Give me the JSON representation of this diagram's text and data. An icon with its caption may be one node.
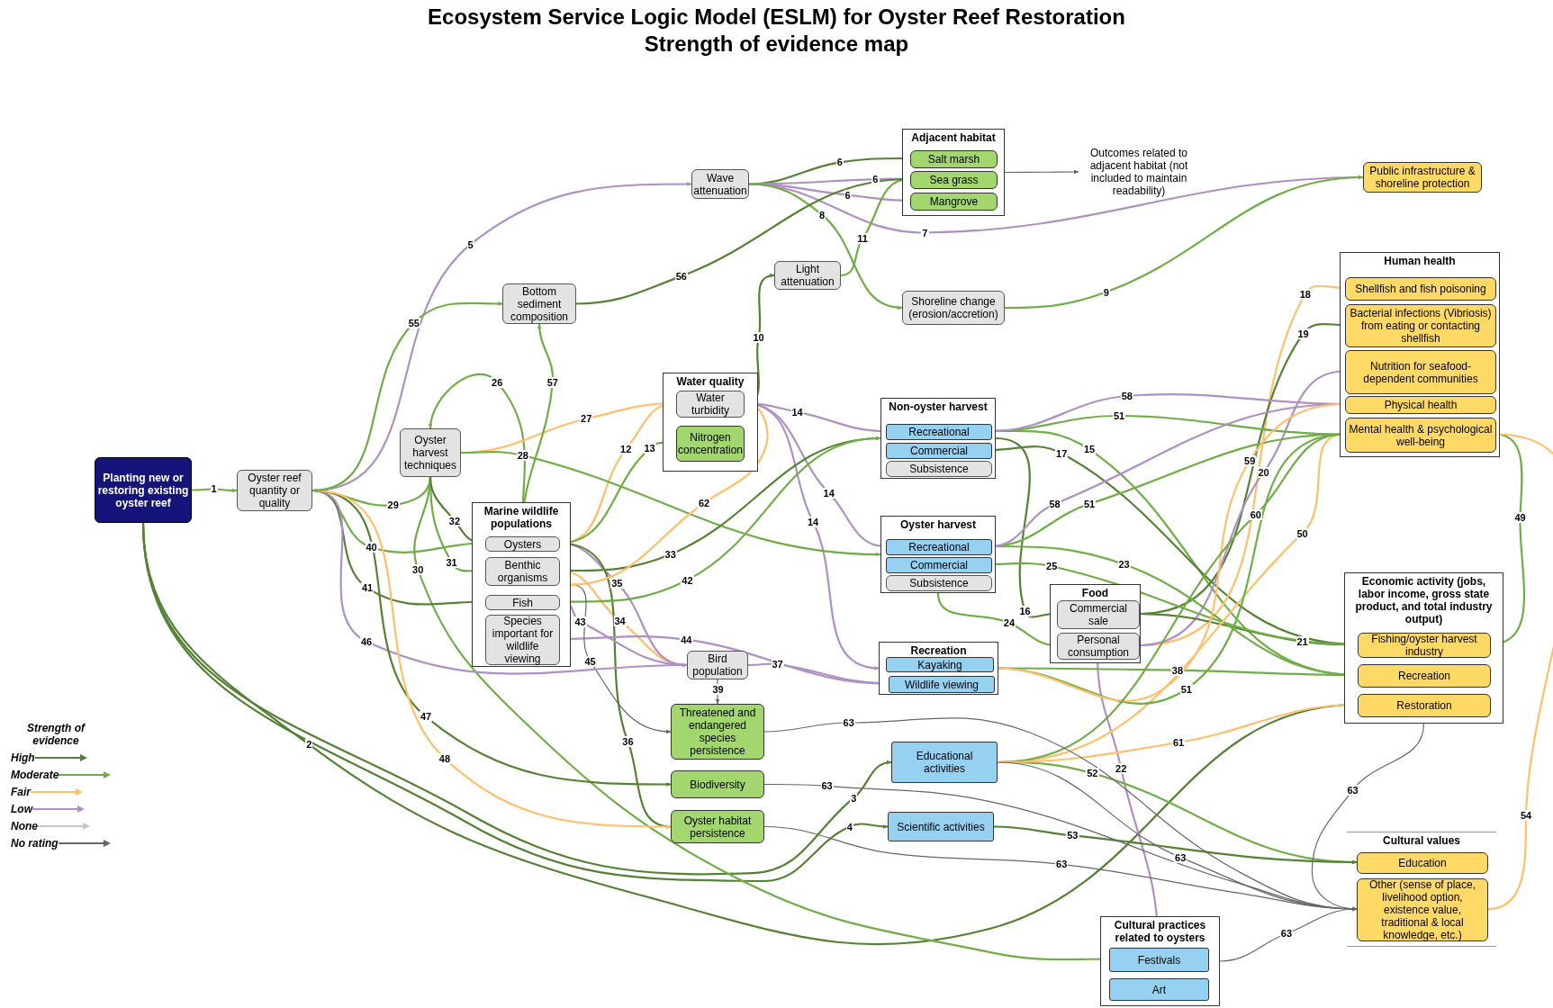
{
  "diagram": {
    "title": "Ecosystem Service Logic Model (ESLM) for Oyster Reef Restoration",
    "nodes": [
      {
        "text": [
          "Planting new or restoring existing oyster reef"
        ]
      },
      {
        "text": [
          "Oyster reef quantity or quality"
        ]
      },
      {
        "text": [
          "Oyster harvest techniques"
        ]
      },
      {
        "text": [
          "Bottom sediment composition"
        ]
      },
      {
        "text": [
          "Wave attenuation"
        ]
      },
      {
        "text": [
          "Adjacent habitat"
        ]
      },
      {
        "text": [
          "Salt marsh"
        ],
        "in": 5
      },
      {
        "text": [
          "Sea grass"
        ],
        "in": 5
      },
      {
        "text": [
          "Mangrove"
        ],
        "in": 5
      },
      {
        "text": [
          "Outcomes related to adjacent habitat (not included to maintain readability)"
        ]
      },
      {
        "text": [
          "Public infrastructure & shoreline protection"
        ]
      },
      {
        "text": [
          "Light attenuation"
        ]
      },
      {
        "text": [
          "Shoreline change (erosion/accretion)"
        ]
      },
      {
        "text": [
          "Human health"
        ]
      },
      {
        "text": [
          "Shellfish and fish poisoning"
        ],
        "in": 13
      },
      {
        "text": [
          "Bacterial infections (Vibriosis) from eating or contacting shellfish"
        ],
        "in": 13
      },
      {
        "text": [
          "Nutrition for seafood-dependent communities"
        ],
        "in": 13
      },
      {
        "text": [
          "Physical health"
        ],
        "in": 13
      },
      {
        "text": [
          "Mental health & psychological well-being"
        ],
        "in": 13
      },
      {
        "text": [
          "Water quality"
        ]
      },
      {
        "text": [
          "Water turbidity"
        ],
        "in": 19
      },
      {
        "text": [
          "Nitrogen concentration"
        ],
        "in": 19
      },
      {
        "text": [
          "Non-oyster harvest"
        ]
      },
      {
        "text": [
          "Recreational"
        ],
        "in": 22
      },
      {
        "text": [
          "Commercial"
        ],
        "in": 22
      },
      {
        "text": [
          "Subsistence"
        ],
        "in": 22
      },
      {
        "text": [
          "Oyster harvest"
        ]
      },
      {
        "text": [
          "Recreational"
        ],
        "in": 26
      },
      {
        "text": [
          "Commercial"
        ],
        "in": 26
      },
      {
        "text": [
          "Subsistence"
        ],
        "in": 26
      },
      {
        "text": [
          "Marine wildlife populations"
        ]
      },
      {
        "text": [
          "Oysters"
        ],
        "in": 30
      },
      {
        "text": [
          "Benthic organisms"
        ],
        "in": 30
      },
      {
        "text": [
          "Fish"
        ],
        "in": 30
      },
      {
        "text": [
          "Species important for wildlife viewing"
        ],
        "in": 30
      },
      {
        "text": [
          "Bird population"
        ]
      },
      {
        "text": [
          "Threatened and endangered species persistence"
        ]
      },
      {
        "text": [
          "Biodiversity"
        ]
      },
      {
        "text": [
          "Oyster habitat persistence"
        ]
      },
      {
        "text": [
          "Recreation"
        ]
      },
      {
        "text": [
          "Kayaking"
        ],
        "in": 39
      },
      {
        "text": [
          "Wildlife viewing"
        ],
        "in": 39
      },
      {
        "text": [
          "Food"
        ]
      },
      {
        "text": [
          "Commercial sale"
        ],
        "in": 42
      },
      {
        "text": [
          "Personal consumption"
        ],
        "in": 42
      },
      {
        "text": [
          "Educational activities"
        ]
      },
      {
        "text": [
          "Scientific activities"
        ]
      },
      {
        "text": [
          "Economic activity (jobs, labor income, gross state product, and total industry output)"
        ]
      },
      {
        "text": [
          "Fishing/oyster harvest industry"
        ],
        "in": 47
      },
      {
        "text": [
          "Recreation"
        ],
        "in": 47
      },
      {
        "text": [
          "Restoration"
        ],
        "in": 47
      },
      {
        "text": [
          "Cultural values"
        ]
      },
      {
        "text": [
          "Education"
        ],
        "in": 51
      },
      {
        "text": [
          "Other (sense of place, livelihood option, existence value, traditional & local knowledge, etc.)"
        ],
        "in": 51
      },
      {
        "text": [
          "Cultural practices related to oysters"
        ]
      },
      {
        "text": [
          "Festivals"
        ],
        "in": 54
      },
      {
        "text": [
          "Art"
        ],
        "in": 54
      }
    ],
    "edges": [
      {
        "from": 0,
        "to": 1,
        "arrow": "to",
        "label": "1"
      },
      {
        "from": 0,
        "to": 50,
        "arrow": "to",
        "label": "2",
        "color": "#548235"
      },
      {
        "from": 0,
        "to": 45,
        "arrow": "to",
        "label": "3",
        "color": "#548235"
      },
      {
        "from": 0,
        "to": 46,
        "arrow": "to",
        "label": "4",
        "color": "#548235"
      },
      {
        "from": 1,
        "to": 4,
        "arrow": "to",
        "label": "5",
        "color": "#b08fc3"
      },
      {
        "from": 4,
        "to": 6,
        "arrow": "to",
        "label": "6",
        "color": "#548235"
      },
      {
        "from": 4,
        "to": 7,
        "arrow": "to",
        "label": "6",
        "color": "#b08fc3"
      },
      {
        "from": 4,
        "to": 8,
        "arrow": "to",
        "label": "6",
        "color": "#b08fc3"
      },
      {
        "from": 4,
        "to": 10,
        "arrow": "to",
        "label": "7",
        "color": "#b08fc3"
      },
      {
        "from": 4,
        "to": 12,
        "arrow": "to",
        "label": "8"
      },
      {
        "from": 12,
        "to": 10,
        "arrow": "to",
        "label": "9"
      },
      {
        "from": 20,
        "to": 11,
        "arrow": "to",
        "label": "10",
        "color": "#548235"
      },
      {
        "from": 11,
        "to": 7,
        "arrow": "to",
        "label": "11"
      },
      {
        "from": 31,
        "to": 20,
        "arrow": "to",
        "label": "12",
        "color": "#ffbf6b"
      },
      {
        "from": 31,
        "to": 21,
        "arrow": "to",
        "label": "13"
      },
      {
        "from": 20,
        "to": 23,
        "arrow": "to",
        "label": "14",
        "color": "#b08fc3"
      },
      {
        "from": 20,
        "to": 27,
        "arrow": "to",
        "label": "14",
        "color": "#b08fc3"
      },
      {
        "from": 20,
        "to": 39,
        "arrow": "to",
        "label": "14",
        "color": "#b08fc3"
      },
      {
        "from": 23,
        "to": 49,
        "arrow": "to",
        "label": "15"
      },
      {
        "from": 22,
        "to": 43,
        "arrow": "to",
        "label": "16",
        "color": "#548235"
      },
      {
        "from": 24,
        "to": 48,
        "arrow": "to",
        "label": "17",
        "color": "#548235"
      },
      {
        "from": 44,
        "to": 14,
        "arrow": "to",
        "label": "18",
        "color": "#ffbf6b"
      },
      {
        "from": 43,
        "to": 15,
        "arrow": "to",
        "label": "19",
        "color": "#548235"
      },
      {
        "from": 44,
        "to": 16,
        "arrow": "to",
        "label": "20",
        "color": "#b08fc3"
      },
      {
        "from": 43,
        "to": 48,
        "arrow": "to",
        "label": "21",
        "color": "#548235"
      },
      {
        "from": 44,
        "to": 55,
        "arrow": "to",
        "label": "22",
        "color": "#b08fc3"
      },
      {
        "from": 27,
        "to": 49,
        "arrow": "to",
        "label": "23"
      },
      {
        "from": 26,
        "to": 44,
        "arrow": "to",
        "label": "24"
      },
      {
        "from": 28,
        "to": 48,
        "arrow": "to",
        "label": "25"
      },
      {
        "from": 31,
        "to": 2,
        "arrow": "to",
        "label": "26"
      },
      {
        "from": 2,
        "to": 20,
        "arrow": "to",
        "label": "27",
        "color": "#ffbf6b"
      },
      {
        "from": 2,
        "to": 26,
        "arrow": "to",
        "label": "28"
      },
      {
        "from": 2,
        "to": 1,
        "arrow": "to",
        "label": "29"
      },
      {
        "from": 2,
        "to": 55,
        "arrow": "to",
        "label": "30"
      },
      {
        "from": 2,
        "to": 32,
        "arrow": "to",
        "label": "31"
      },
      {
        "from": 2,
        "to": 31,
        "arrow": "to",
        "label": "32",
        "color": "#548235"
      },
      {
        "from": 32,
        "to": 22,
        "arrow": "to",
        "label": "33",
        "color": "#548235"
      },
      {
        "from": 32,
        "to": 35,
        "arrow": "to",
        "label": "34",
        "color": "#ffbf6b"
      },
      {
        "from": 31,
        "to": 35,
        "arrow": "to",
        "label": "35",
        "color": "#b08fc3"
      },
      {
        "from": 31,
        "to": 38,
        "arrow": "to",
        "label": "36",
        "color": "#548235"
      },
      {
        "from": 35,
        "to": 41,
        "arrow": "to",
        "label": "37",
        "color": "#b08fc3"
      },
      {
        "from": 39,
        "to": 49,
        "arrow": "to",
        "label": "38"
      },
      {
        "from": 35,
        "to": 36,
        "arrow": "to",
        "label": "39",
        "color": "#666666"
      },
      {
        "from": 1,
        "to": 31,
        "arrow": "to",
        "label": "40"
      },
      {
        "from": 1,
        "to": 33,
        "arrow": "to",
        "label": "41",
        "color": "#548235"
      },
      {
        "from": 33,
        "to": 22,
        "arrow": "to",
        "label": "42"
      },
      {
        "from": 33,
        "to": 35,
        "arrow": "to",
        "label": "43",
        "color": "#b08fc3"
      },
      {
        "from": 34,
        "to": 41,
        "arrow": "to",
        "label": "44",
        "color": "#b08fc3"
      },
      {
        "from": 30,
        "to": 36,
        "arrow": "to",
        "label": "45",
        "color": "#666666"
      },
      {
        "from": 1,
        "to": 35,
        "arrow": "to",
        "label": "46",
        "color": "#b08fc3"
      },
      {
        "from": 1,
        "to": 37,
        "arrow": "to",
        "label": "47",
        "color": "#548235"
      },
      {
        "from": 1,
        "to": 38,
        "arrow": "to",
        "label": "48",
        "color": "#ffbf6b"
      },
      {
        "from": 48,
        "to": 18,
        "arrow": "to",
        "label": "49"
      },
      {
        "from": 45,
        "to": 18,
        "arrow": "to",
        "label": "50",
        "color": "#ffbf6b"
      },
      {
        "from": 23,
        "to": 18,
        "arrow": "to",
        "label": "51"
      },
      {
        "from": 27,
        "to": 18,
        "arrow": "to",
        "label": "51"
      },
      {
        "from": 39,
        "to": 18,
        "arrow": "to",
        "label": "51"
      },
      {
        "from": 45,
        "to": 52,
        "arrow": "to",
        "label": "52"
      },
      {
        "from": 46,
        "to": 52,
        "arrow": "to",
        "label": "53",
        "color": "#548235"
      },
      {
        "from": 53,
        "to": 18,
        "arrow": "to",
        "label": "54",
        "color": "#ffbf6b"
      },
      {
        "from": 1,
        "to": 3,
        "arrow": "to",
        "label": "55"
      },
      {
        "from": 3,
        "to": 7,
        "arrow": "to",
        "label": "56",
        "color": "#548235"
      },
      {
        "from": 31,
        "to": 3,
        "arrow": "to",
        "label": "57"
      },
      {
        "from": 23,
        "to": 17,
        "arrow": "to",
        "label": "58",
        "color": "#b08fc3"
      },
      {
        "from": 27,
        "to": 17,
        "arrow": "to",
        "label": "58",
        "color": "#b08fc3"
      },
      {
        "from": 39,
        "to": 17,
        "arrow": "to",
        "label": "59",
        "color": "#ffbf6b"
      },
      {
        "from": 45,
        "to": 18,
        "arrow": "to",
        "label": "60"
      },
      {
        "from": 45,
        "to": 50,
        "arrow": "to",
        "label": "61",
        "color": "#ffbf6b"
      },
      {
        "from": 20,
        "to": 30,
        "arrow": "to",
        "label": "62",
        "color": "#ffbf6b"
      },
      {
        "from": 36,
        "to": 53,
        "arrow": "to",
        "label": "63",
        "color": "#666666"
      },
      {
        "from": 37,
        "to": 53,
        "arrow": "to",
        "label": "63",
        "color": "#666666"
      },
      {
        "from": 38,
        "to": 53,
        "arrow": "to",
        "label": "63",
        "color": "#666666"
      },
      {
        "from": 45,
        "to": 53,
        "arrow": "to",
        "label": "63",
        "color": "#666666"
      },
      {
        "from": 47,
        "to": 53,
        "arrow": "to",
        "label": "63",
        "color": "#666666"
      },
      {
        "from": 54,
        "to": 53,
        "arrow": "to",
        "label": "63",
        "color": "#666666"
      },
      {
        "from": 5,
        "to": 9,
        "arrow": "to",
        "color": "#666666"
      }
    ],
    "labels": [
      "Strength of evidence map",
      "Strength of evidence"
    ],
    "legend": [
      {
        "text": "High",
        "color": "#548235"
      },
      {
        "text": "Moderate",
        "color": "#70ad47"
      },
      {
        "text": "Fair",
        "color": "#ffbf6b"
      },
      {
        "text": "Low",
        "color": "#b08fc3"
      },
      {
        "text": "None",
        "color": "#c8c8c8"
      },
      {
        "text": "No rating",
        "color": "#666666"
      }
    ]
  }
}
